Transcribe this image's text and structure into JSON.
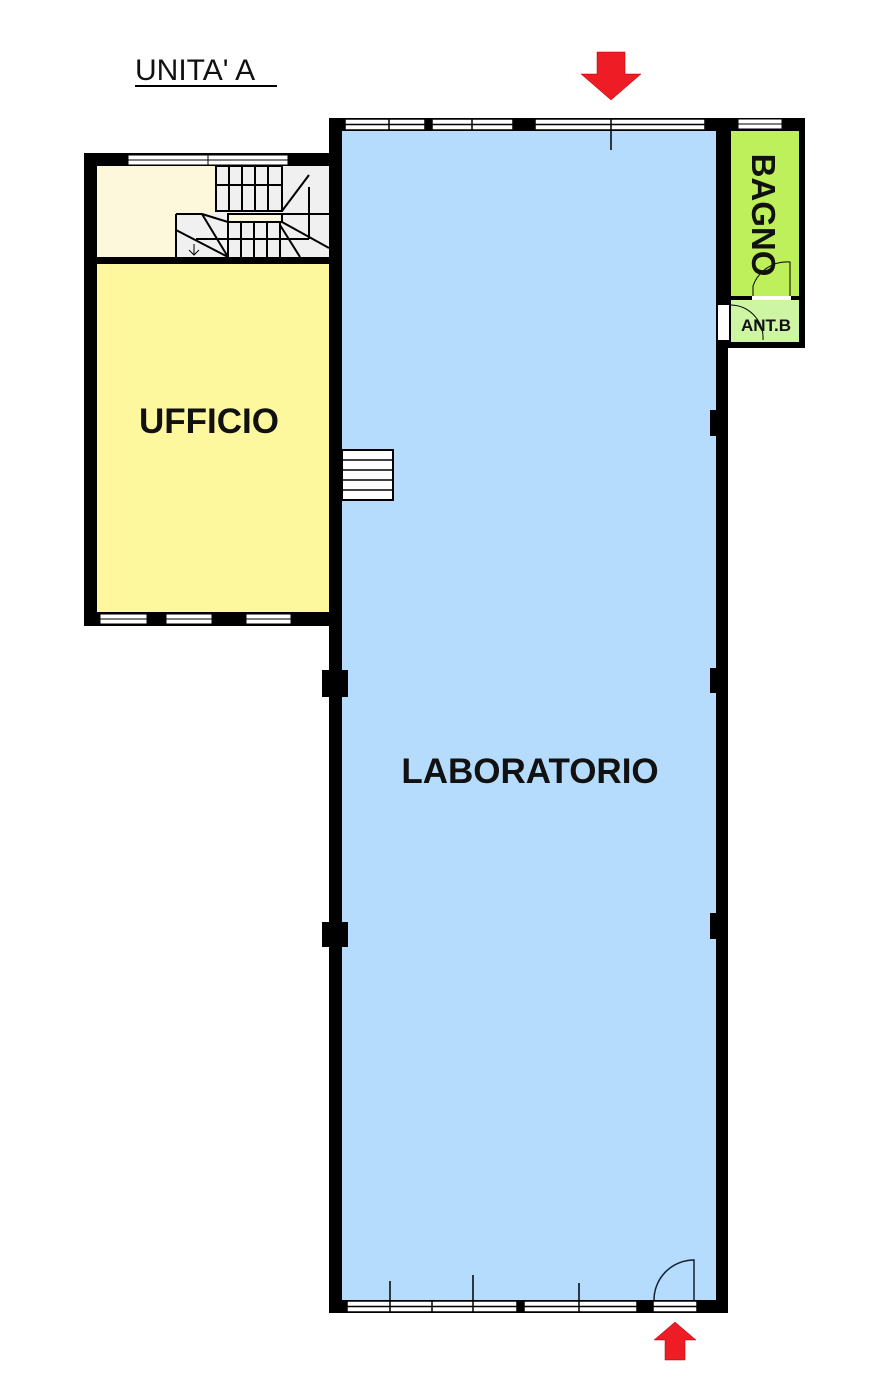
{
  "title": "UNITA' A",
  "rooms": {
    "ufficio": "UFFICIO",
    "laboratorio": "LABORATORIO",
    "bagno": "BAGNO",
    "antibagno": "ANT.B"
  },
  "colors": {
    "laboratorio": "#b5dbfd",
    "ufficio": "#fdf79e",
    "stair_hall": "#fdf8dc",
    "bagno": "#bdf05a",
    "antibagno": "#cdf5a3",
    "wall": "#000000",
    "arrow": "#ee1c24"
  },
  "entrances": [
    "arrow-top",
    "arrow-bottom"
  ]
}
